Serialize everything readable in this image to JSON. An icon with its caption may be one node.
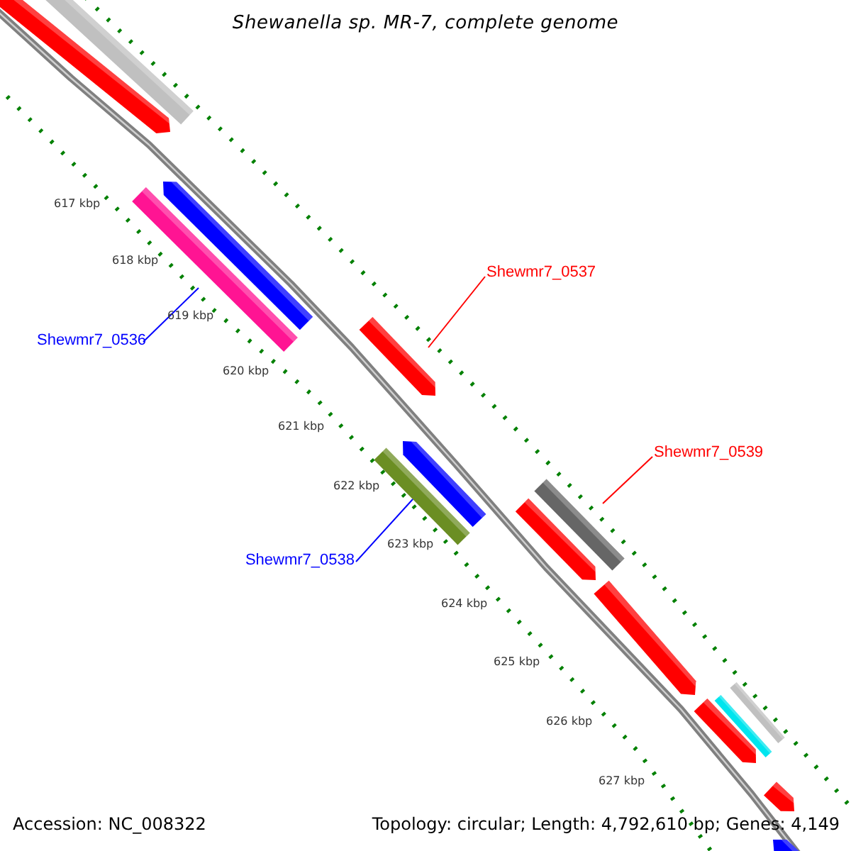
{
  "diagram": {
    "title": "Shewanella sp. MR-7, complete genome",
    "nodes": [
      {
        "text": [
          "Shewmr7_0536"
        ]
      },
      {
        "text": [],
        "shape": "bar"
      },
      {
        "text": [
          "Shewmr7_0537"
        ]
      },
      {
        "text": [],
        "shape": "bar"
      },
      {
        "text": [
          "Shewmr7_0538"
        ]
      },
      {
        "text": [],
        "shape": "bar"
      },
      {
        "text": [
          "Shewmr7_0539"
        ]
      },
      {
        "text": [],
        "shape": "bar"
      }
    ],
    "edges": [
      {
        "from": 0,
        "to": 1,
        "arrow": "none",
        "color": "#0000ff"
      },
      {
        "from": 2,
        "to": 3,
        "arrow": "none",
        "color": "#ff0000"
      },
      {
        "from": 4,
        "to": 5,
        "arrow": "none",
        "color": "#0000ff"
      },
      {
        "from": 6,
        "to": 7,
        "arrow": "none",
        "color": "#ff0000"
      }
    ],
    "labels": [
      "617 kbp",
      "618 kbp",
      "619 kbp",
      "620 kbp",
      "621 kbp",
      "622 kbp",
      "623 kbp",
      "624 kbp",
      "625 kbp",
      "626 kbp",
      "627 kbp",
      "Accession: NC_008322",
      "Topology: circular; Length: 4,792,610 bp; Genes: 4,149"
    ]
  }
}
